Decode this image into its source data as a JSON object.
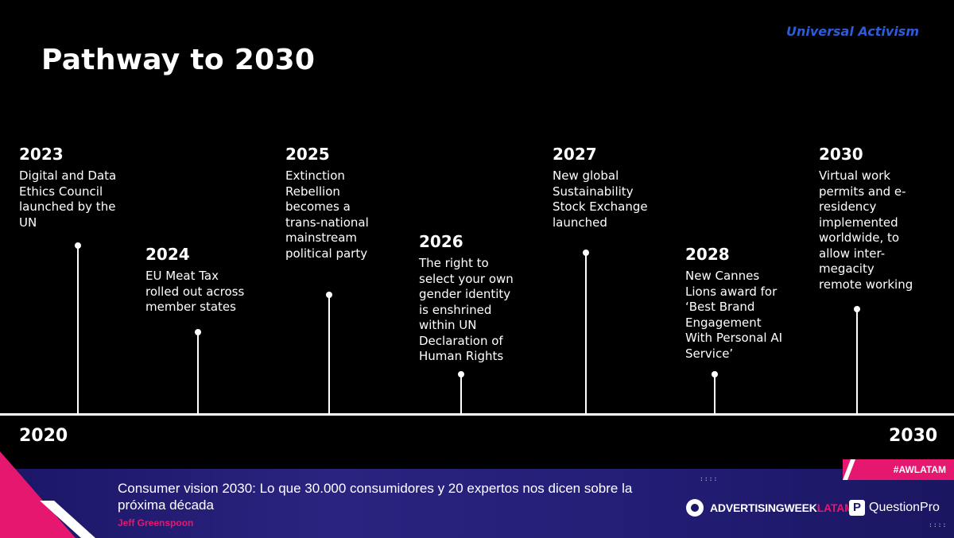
{
  "header": {
    "brand_tag": "Universal Activism",
    "title": "Pathway to 2030"
  },
  "timeline": {
    "start_label": "2020",
    "end_label": "2030",
    "milestones": [
      {
        "year": "2023",
        "text": "Digital and Data\nEthics Council\nlaunched by the\nUN"
      },
      {
        "year": "2024",
        "text": "EU Meat Tax\nrolled out across\nmember states"
      },
      {
        "year": "2025",
        "text": "Extinction\nRebellion\nbecomes a\ntrans-national\nmainstream\npolitical party"
      },
      {
        "year": "2026",
        "text": "The right to\nselect your own\ngender identity\nis enshrined\nwithin UN\nDeclaration of\nHuman Rights"
      },
      {
        "year": "2027",
        "text": "New global\nSustainability\nStock Exchange\nlaunched"
      },
      {
        "year": "2028",
        "text": "New Cannes\nLions award for\n‘Best Brand\nEngagement\nWith Personal AI\nService’"
      },
      {
        "year": "2030",
        "text": "Virtual work\npermits and e-\nresidency\nimplemented\nworldwide, to\nallow inter-\nmegacity\nremote working"
      }
    ]
  },
  "banner": {
    "talk_title": "Consumer vision 2030: Lo que 30.000 consumidores y 20 expertos nos dicen sobre la próxima década",
    "speaker": "Jeff Greenspoon",
    "hashtag": "#AWLATAM",
    "logo_advertising": "ADVERTISINGWEEK",
    "logo_latam": "LATAM",
    "logo_questionpro": "QuestionPro",
    "logo_questionpro_mark": "P",
    "dots": "::::",
    "colors": {
      "accent": "#e5176f",
      "banner": "#1b1666",
      "brand_blue": "#2e5bd8"
    }
  }
}
